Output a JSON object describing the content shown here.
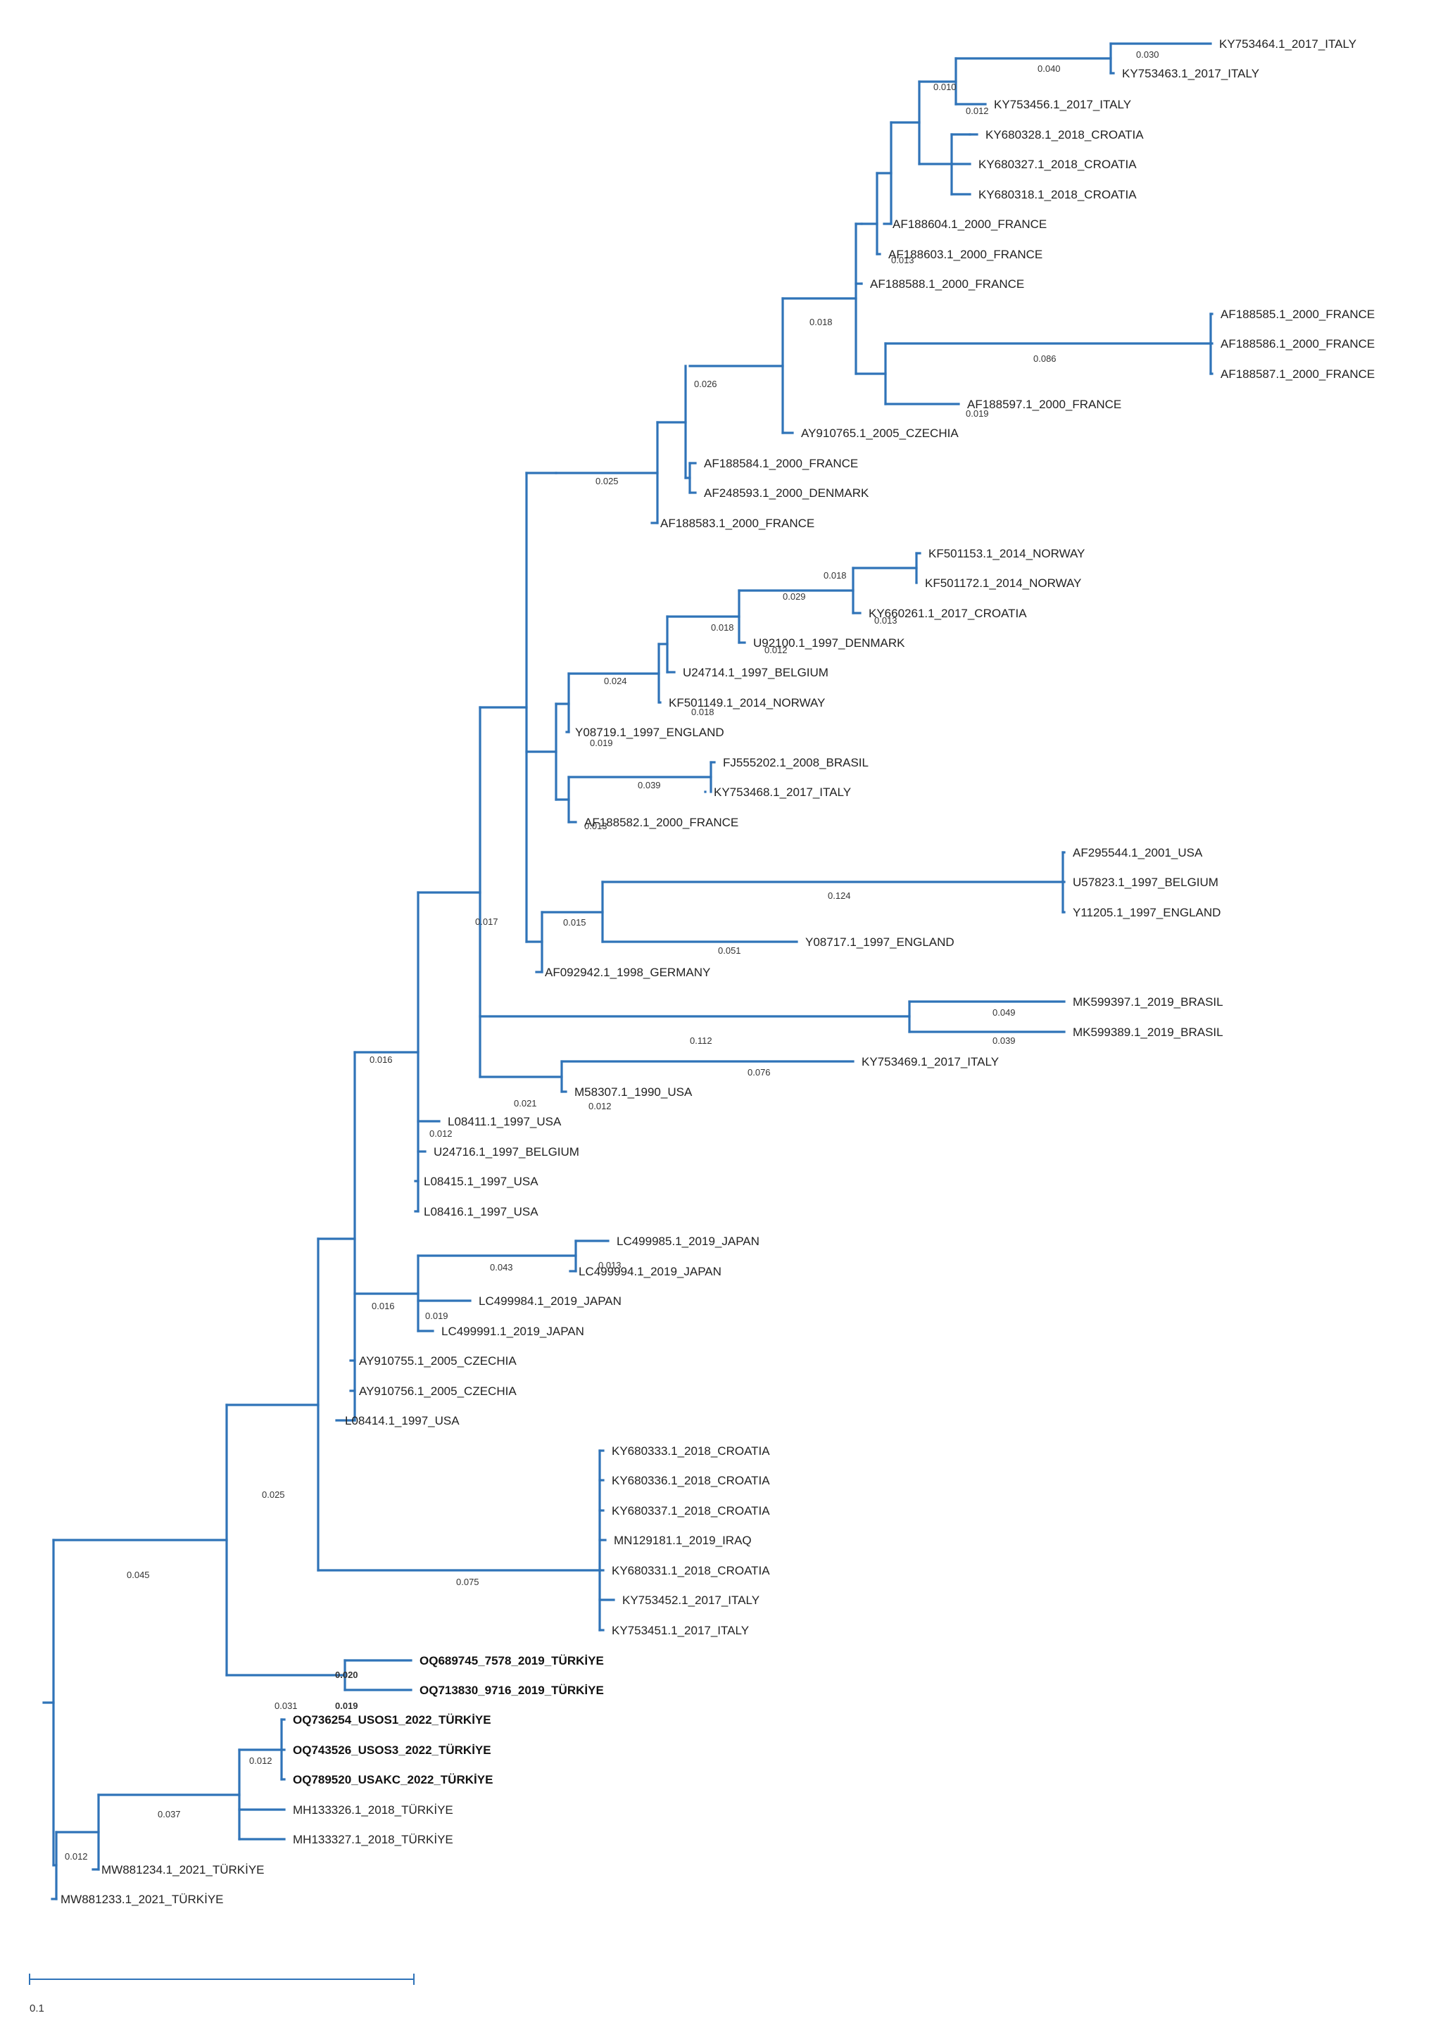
{
  "tree": {
    "leaves": [
      "KY753464.1_2017_ITALY",
      "KY753463.1_2017_ITALY",
      "KY753456.1_2017_ITALY",
      "KY680328.1_2018_CROATIA",
      "KY680327.1_2018_CROATIA",
      "KY680318.1_2018_CROATIA",
      "AF188604.1_2000_FRANCE",
      "AF188603.1_2000_FRANCE",
      "AF188588.1_2000_FRANCE",
      "AF188585.1_2000_FRANCE",
      "AF188586.1_2000_FRANCE",
      "AF188587.1_2000_FRANCE",
      "AF188597.1_2000_FRANCE",
      "AY910765.1_2005_CZECHIA",
      "AF188584.1_2000_FRANCE",
      "AF248593.1_2000_DENMARK",
      "AF188583.1_2000_FRANCE",
      "KF501153.1_2014_NORWAY",
      "KF501172.1_2014_NORWAY",
      "KY660261.1_2017_CROATIA",
      "U92100.1_1997_DENMARK",
      "U24714.1_1997_BELGIUM",
      "KF501149.1_2014_NORWAY",
      "Y08719.1_1997_ENGLAND",
      "FJ555202.1_2008_BRASIL",
      "KY753468.1_2017_ITALY",
      "AF188582.1_2000_FRANCE",
      "AF295544.1_2001_USA",
      "U57823.1_1997_BELGIUM",
      "Y11205.1_1997_ENGLAND",
      "Y08717.1_1997_ENGLAND",
      "AF092942.1_1998_GERMANY",
      "MK599397.1_2019_BRASIL",
      "MK599389.1_2019_BRASIL",
      "KY753469.1_2017_ITALY",
      "M58307.1_1990_USA",
      "L08411.1_1997_USA",
      "U24716.1_1997_BELGIUM",
      "L08415.1_1997_USA",
      "L08416.1_1997_USA",
      "LC499985.1_2019_JAPAN",
      "LC499994.1_2019_JAPAN",
      "LC499984.1_2019_JAPAN",
      "LC499991.1_2019_JAPAN",
      "AY910755.1_2005_CZECHIA",
      "AY910756.1_2005_CZECHIA",
      "L08414.1_1997_USA",
      "KY680333.1_2018_CROATIA",
      "KY680336.1_2018_CROATIA",
      "KY680337.1_2018_CROATIA",
      "MN129181.1_2019_IRAQ",
      "KY680331.1_2018_CROATIA",
      "KY753452.1_2017_ITALY",
      "KY753451.1_2017_ITALY",
      "OQ689745_7578_2019_TÜRKİYE",
      "OQ713830_9716_2019_TÜRKİYE",
      "OQ736254_USOS1_2022_TÜRKİYE",
      "OQ743526_USOS3_2022_TÜRKİYE",
      "OQ789520_USAKC_2022_TÜRKİYE",
      "MH133326.1_2018_TÜRKİYE",
      "MH133327.1_2018_TÜRKİYE",
      "MW881234.1_2021_TÜRKİYE",
      "MW881233.1_2021_TÜRKİYE"
    ],
    "bold_leaves": [
      54,
      55,
      56,
      57,
      58
    ],
    "branch_labels": [
      "0.030",
      "0.040",
      "0.010",
      "0.012",
      "0.013",
      "0.018",
      "0.086",
      "0.019",
      "0.026",
      "0.025",
      "0.018",
      "0.029",
      "0.013",
      "0.018",
      "0.012",
      "0.024",
      "0.018",
      "0.019",
      "0.039",
      "0.013",
      "0.124",
      "0.015",
      "0.051",
      "0.017",
      "0.049",
      "0.112",
      "0.039",
      "0.076",
      "0.021",
      "0.012",
      "0.016",
      "0.012",
      "0.043",
      "0.013",
      "0.019",
      "0.016",
      "0.025",
      "0.075",
      "0.045",
      "0.020",
      "0.031",
      "0.019",
      "0.012",
      "0.037",
      "0.012"
    ],
    "scale_label": "0.1"
  }
}
